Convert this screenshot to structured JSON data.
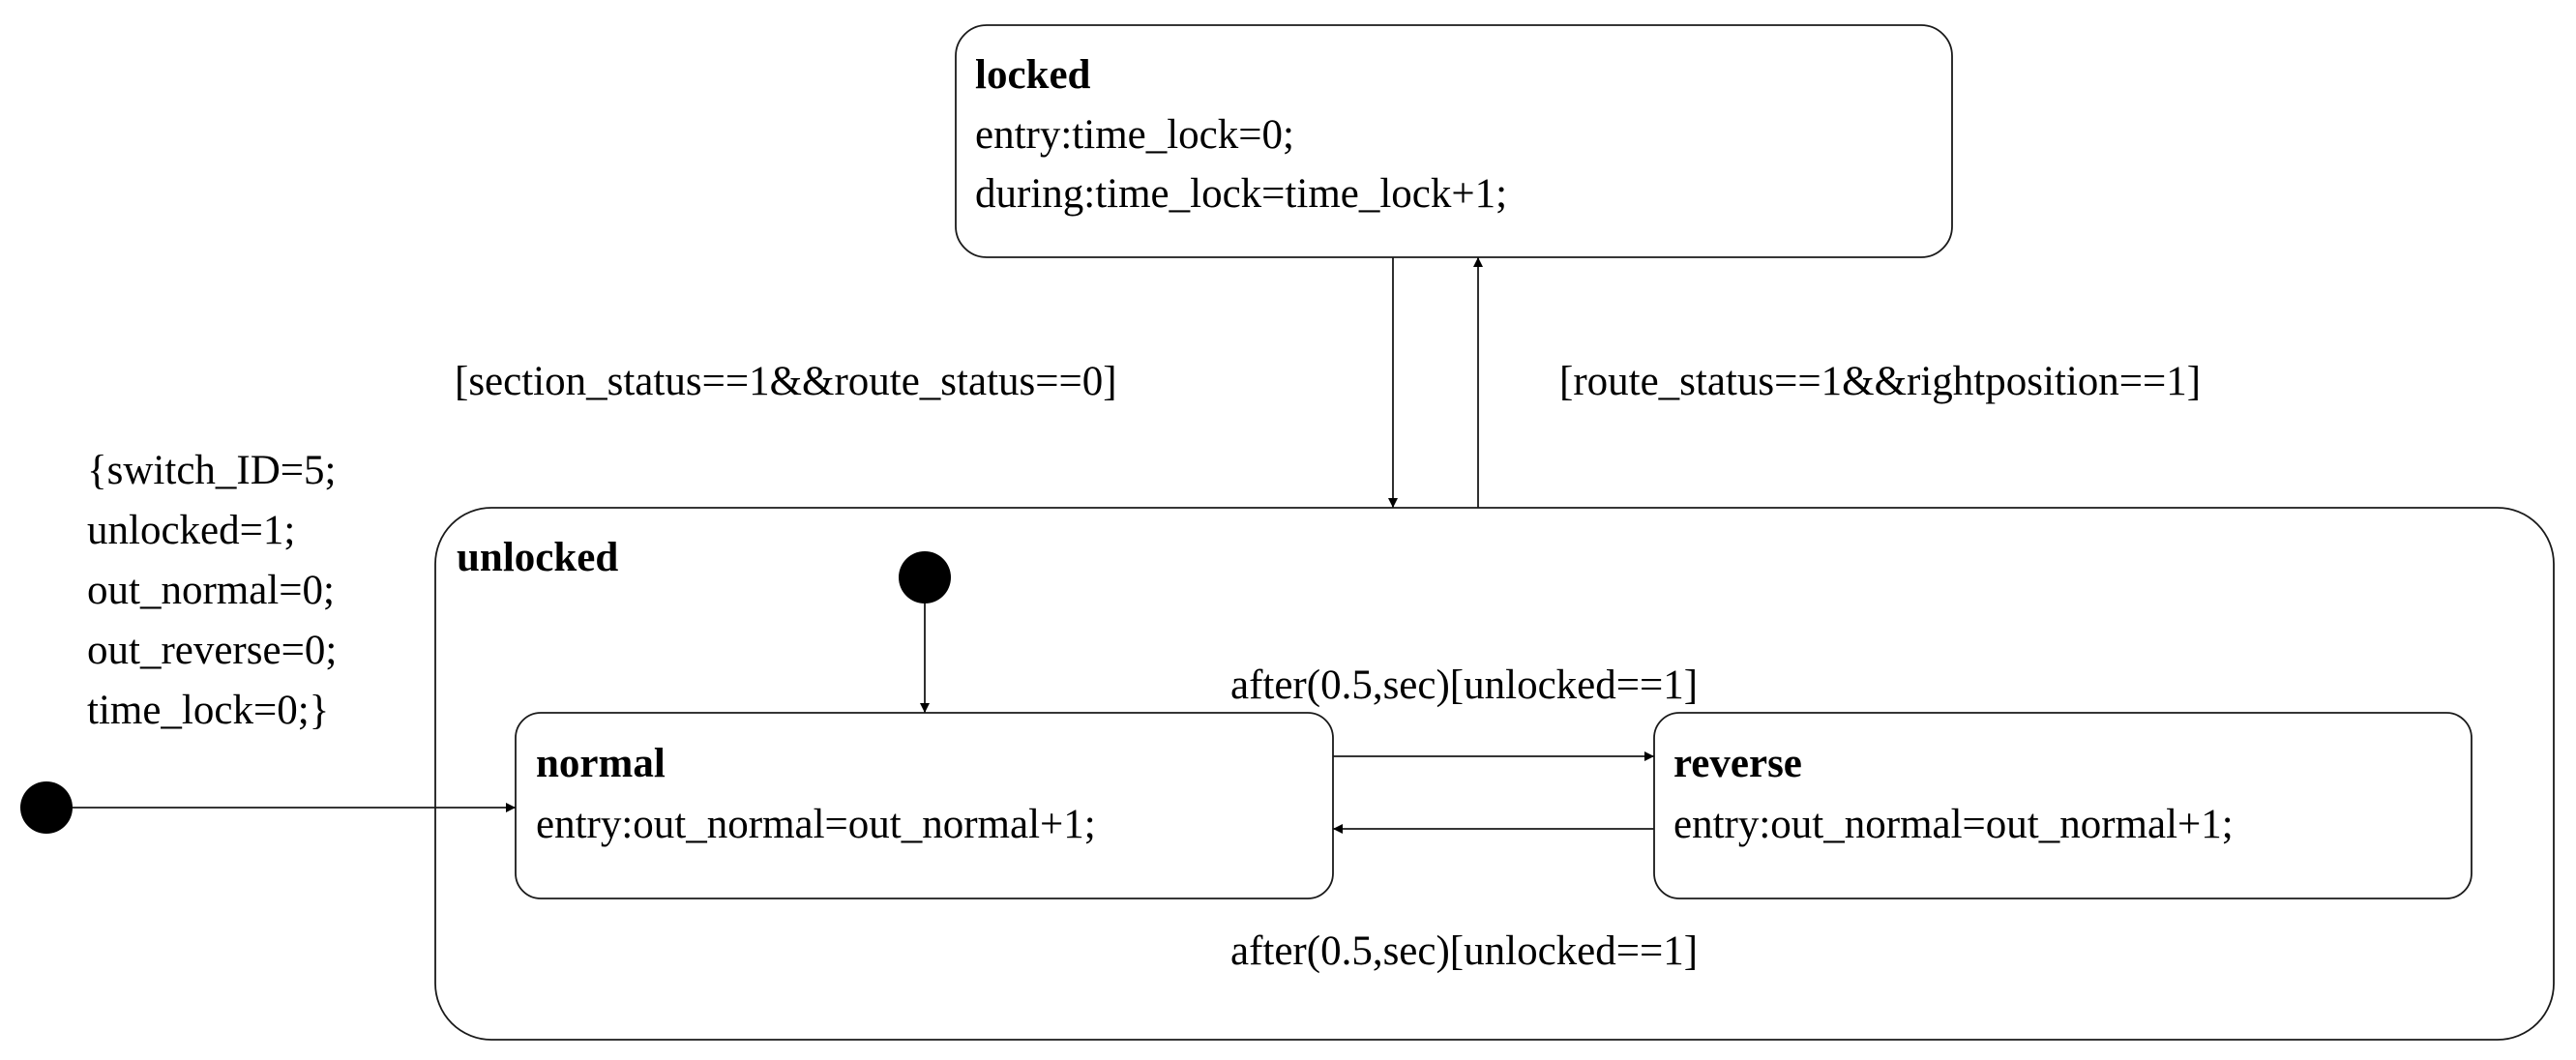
{
  "states": {
    "locked": {
      "name": "locked",
      "entry": "entry:time_lock=0;",
      "during": "during:time_lock=time_lock+1;"
    },
    "unlocked": {
      "name": "unlocked"
    },
    "normal": {
      "name": "normal",
      "entry": "entry:out_normal=out_normal+1;"
    },
    "reverse": {
      "name": "reverse",
      "entry": "entry:out_normal=out_normal+1;"
    }
  },
  "default_transition_action": {
    "lines": [
      "{switch_ID=5;",
      "unlocked=1;",
      "out_normal=0;",
      "out_reverse=0;",
      "time_lock=0;}"
    ]
  },
  "transitions": {
    "locked_to_unlocked": "[section_status==1&&route_status==0]",
    "unlocked_to_locked": "[route_status==1&&rightposition==1]",
    "normal_to_reverse": "after(0.5,sec)[unlocked==1]",
    "reverse_to_normal": "after(0.5,sec)[unlocked==1]"
  }
}
